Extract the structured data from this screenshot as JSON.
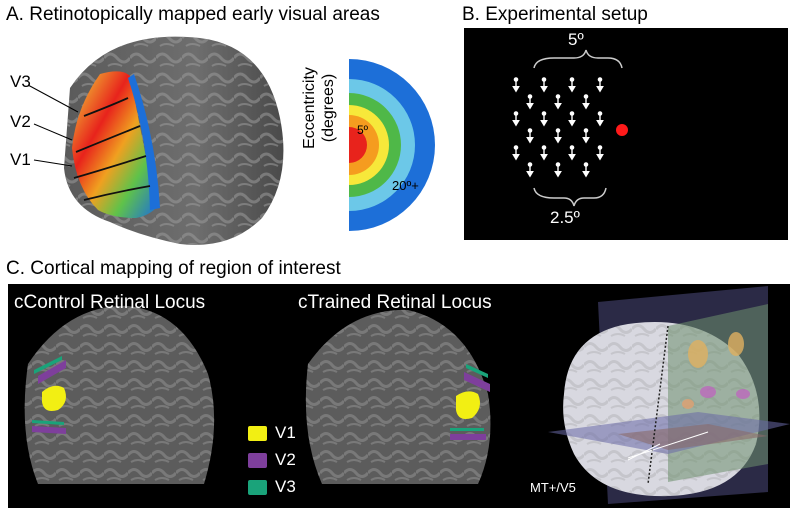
{
  "panel_a": {
    "title": "A. Retinotopically mapped early visual areas",
    "area_labels": [
      "V3",
      "V2",
      "V1"
    ],
    "ecc_axis_line1": "Eccentricity",
    "ecc_axis_line2": "(degrees)",
    "ecc_inner": "5º",
    "ecc_outer": "20º+",
    "colors": {
      "red": "#e8231c",
      "yellow": "#f7e83a",
      "green": "#4fb848",
      "blue": "#1d6fd8"
    }
  },
  "panel_b": {
    "title": "B. Experimental setup",
    "dist_label": "5º",
    "size_label": "2.5º",
    "fixation_color": "#ff1a1a"
  },
  "panel_c": {
    "title": "C. Cortical mapping of region of interest",
    "left_title": "cControl Retinal Locus",
    "middle_title": "cTrained Retinal Locus",
    "legend": [
      {
        "label": "V1",
        "color": "#f2ef13"
      },
      {
        "label": "V2",
        "color": "#7e3f9c"
      },
      {
        "label": "V3",
        "color": "#1aa37a"
      }
    ],
    "mt_label": "MT+/V5"
  }
}
